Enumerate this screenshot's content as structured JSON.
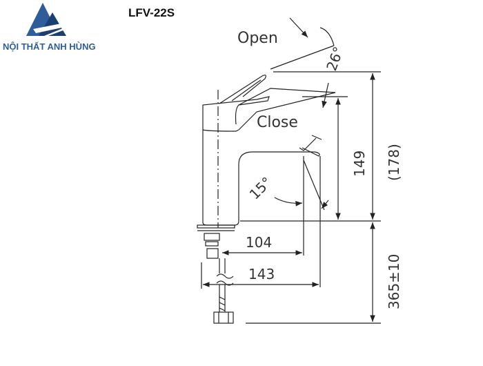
{
  "logo": {
    "brand_text": "NỘI THẤT ANH HÙNG",
    "mark_color": "#2f5d9c",
    "accent_color": "#1b3f73"
  },
  "model": "LFV-22S",
  "labels": {
    "open": "Open",
    "close": "Close",
    "angle_open": "26°",
    "angle_spout": "15°",
    "dim_149": "149",
    "dim_178": "(178)",
    "dim_104": "104",
    "dim_143": "143",
    "dim_365": "365±10"
  }
}
